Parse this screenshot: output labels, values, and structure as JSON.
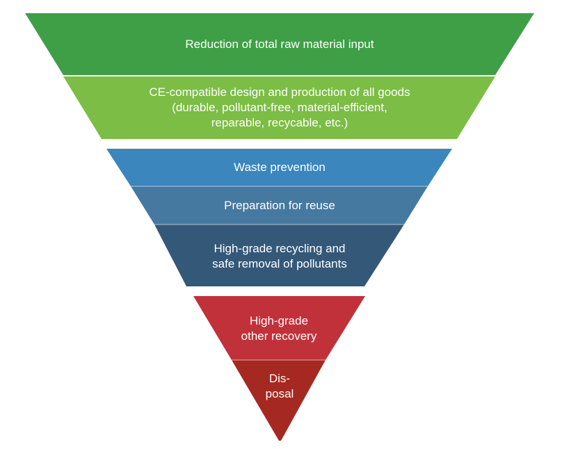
{
  "colors": {
    "band1": "#3f9f47",
    "band2": "#7cbd45",
    "band3": "#3a86bd",
    "band4": "#4679a0",
    "band5": "#345878",
    "band6": "#c1313a",
    "band7": "#a52920",
    "divider": "#ffffff"
  },
  "bands": [
    {
      "lines": [
        "Reduction of total raw material input"
      ]
    },
    {
      "lines": [
        "CE-compatible design and production of all goods",
        "(durable, pollutant-free, material-efficient,",
        "reparable, recycable, etc.)"
      ]
    },
    {
      "lines": [
        "Waste prevention"
      ]
    },
    {
      "lines": [
        "Preparation for reuse"
      ]
    },
    {
      "lines": [
        "High-grade recycling and",
        "safe removal of pollutants"
      ]
    },
    {
      "lines": [
        "High-grade",
        "other recovery"
      ]
    },
    {
      "lines": [
        "Dis-",
        "posal"
      ]
    }
  ]
}
